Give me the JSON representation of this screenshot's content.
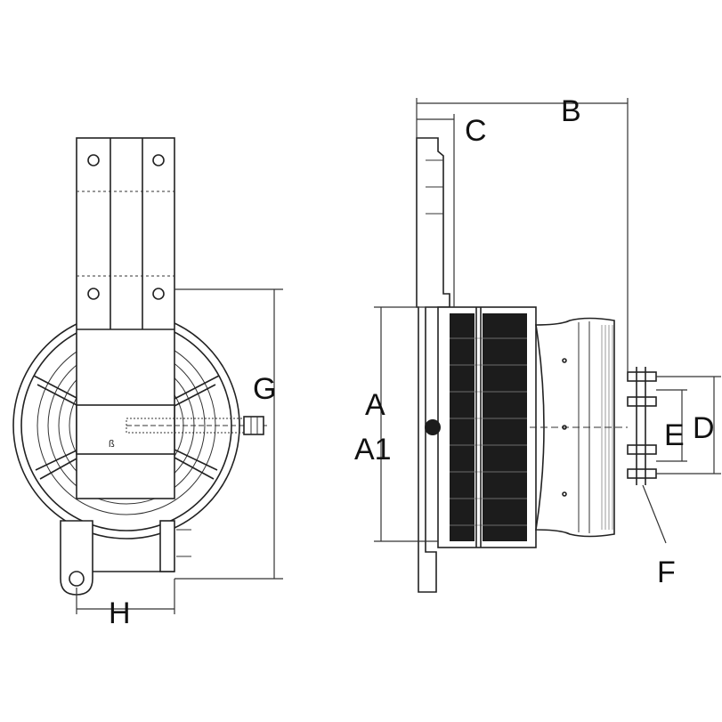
{
  "labels": {
    "a": "A",
    "a1": "A1",
    "b": "B",
    "c": "C",
    "d": "D",
    "e": "E",
    "f": "F",
    "g": "G",
    "h": "H"
  },
  "colors": {
    "ink": "#1c1c1c",
    "background": "#ffffff"
  }
}
